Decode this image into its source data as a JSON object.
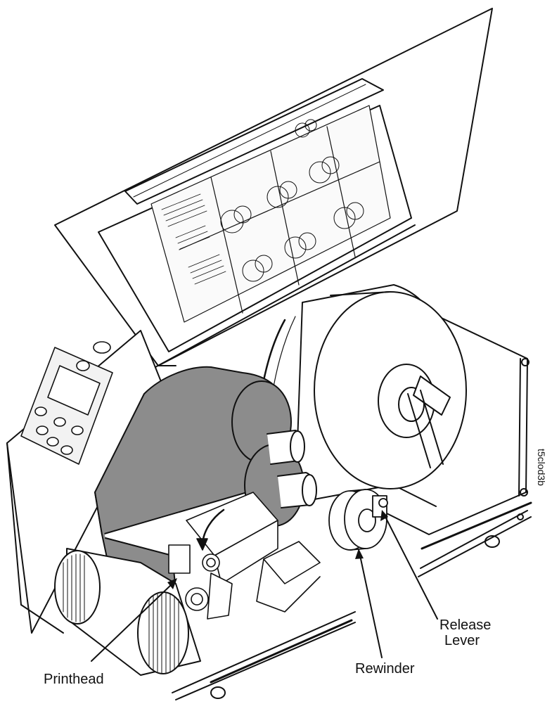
{
  "figure_id": "t5clod3b",
  "callouts": {
    "printhead": "Printhead",
    "rewinder": "Rewinder",
    "release_lever_line1": "Release",
    "release_lever_line2": "Lever"
  },
  "colors": {
    "line": "#111111",
    "ribbon_fill": "#8c8c8c",
    "panel_fill": "#f2f2f2",
    "paper": "#ffffff"
  }
}
